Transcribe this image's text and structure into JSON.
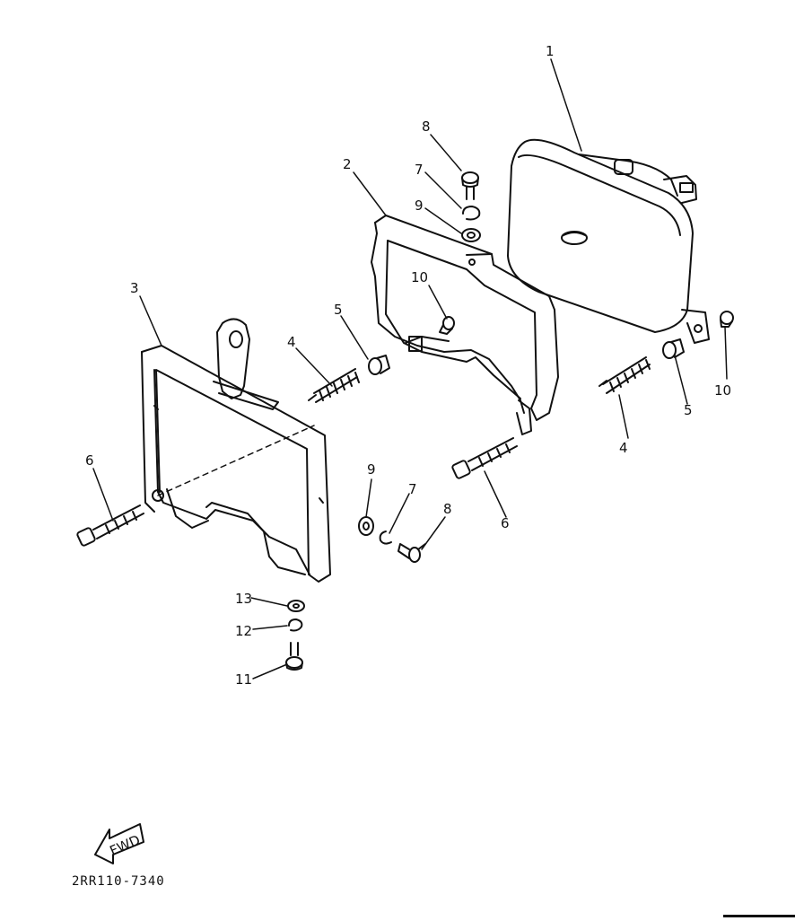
{
  "diagram": {
    "part_code": "2RR110-7340",
    "fwd_label": "FWD",
    "colors": {
      "line": "#111111",
      "background": "#ffffff"
    },
    "callouts": [
      {
        "id": "c1",
        "label": "1"
      },
      {
        "id": "c2",
        "label": "2"
      },
      {
        "id": "c3",
        "label": "3"
      },
      {
        "id": "c4a",
        "label": "4"
      },
      {
        "id": "c4b",
        "label": "4"
      },
      {
        "id": "c5a",
        "label": "5"
      },
      {
        "id": "c5b",
        "label": "5"
      },
      {
        "id": "c6a",
        "label": "6"
      },
      {
        "id": "c6b",
        "label": "6"
      },
      {
        "id": "c7a",
        "label": "7"
      },
      {
        "id": "c7b",
        "label": "7"
      },
      {
        "id": "c8a",
        "label": "8"
      },
      {
        "id": "c8b",
        "label": "8"
      },
      {
        "id": "c9a",
        "label": "9"
      },
      {
        "id": "c9b",
        "label": "9"
      },
      {
        "id": "c10a",
        "label": "10"
      },
      {
        "id": "c10b",
        "label": "10"
      },
      {
        "id": "c11",
        "label": "11"
      },
      {
        "id": "c12",
        "label": "12"
      },
      {
        "id": "c13",
        "label": "13"
      }
    ]
  }
}
